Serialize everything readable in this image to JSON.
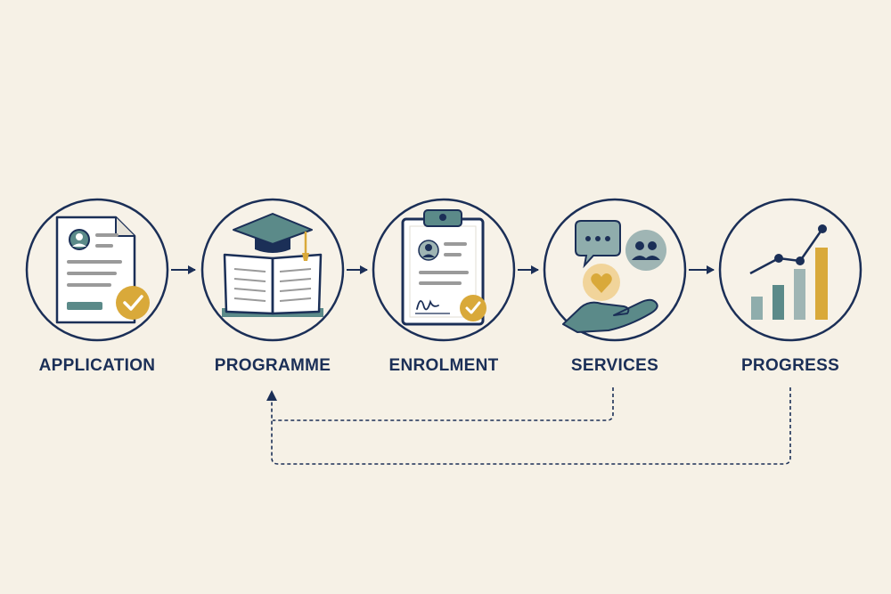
{
  "stages": [
    {
      "label": "APPLICATION",
      "icon": "document-check-icon"
    },
    {
      "label": "PROGRAMME",
      "icon": "book-graduation-icon"
    },
    {
      "label": "ENROLMENT",
      "icon": "clipboard-signature-icon"
    },
    {
      "label": "SERVICES",
      "icon": "support-services-icon"
    },
    {
      "label": "PROGRESS",
      "icon": "growth-chart-icon"
    }
  ],
  "colors": {
    "background": "#f6f1e6",
    "navy": "#1b2f57",
    "teal": "#5b8a89",
    "sage": "#8fadac",
    "gold": "#d9a93a",
    "paper": "#ffffff",
    "grey": "#9a9a9a"
  }
}
